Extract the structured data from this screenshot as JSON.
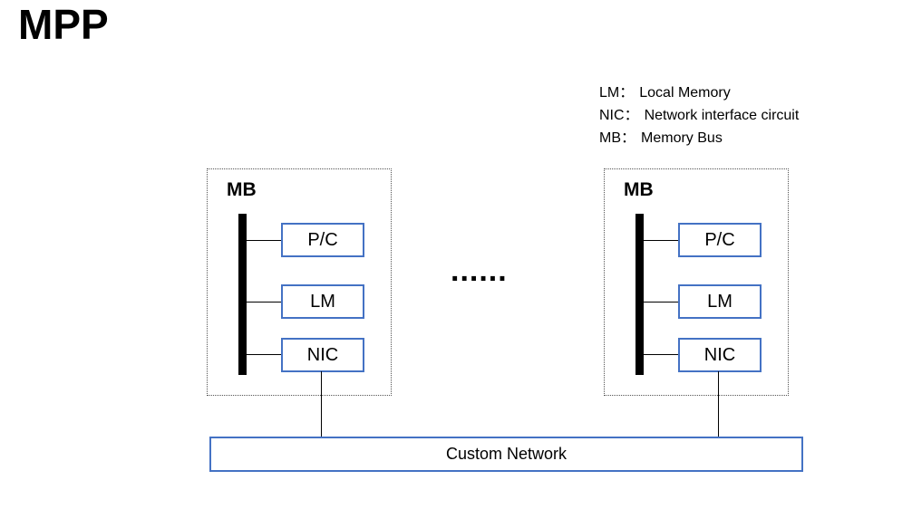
{
  "title": "MPP",
  "legend": {
    "separator": "：",
    "items": [
      {
        "abbr": "LM",
        "desc": "Local Memory"
      },
      {
        "abbr": "NIC",
        "desc": "Network interface circuit"
      },
      {
        "abbr": "MB",
        "desc": "Memory Bus"
      }
    ]
  },
  "nodes": [
    {
      "bus_label": "MB",
      "components": [
        {
          "label": "P/C"
        },
        {
          "label": "LM"
        },
        {
          "label": "NIC"
        }
      ]
    },
    {
      "bus_label": "MB",
      "components": [
        {
          "label": "P/C"
        },
        {
          "label": "LM"
        },
        {
          "label": "NIC"
        }
      ]
    }
  ],
  "ellipsis": "......",
  "network": {
    "label": "Custom Network"
  },
  "colors": {
    "box_border": "#4472C4",
    "bus": "#000000",
    "connector": "#000000",
    "dotted_border": "#555555",
    "text": "#000000",
    "background": "#ffffff"
  }
}
